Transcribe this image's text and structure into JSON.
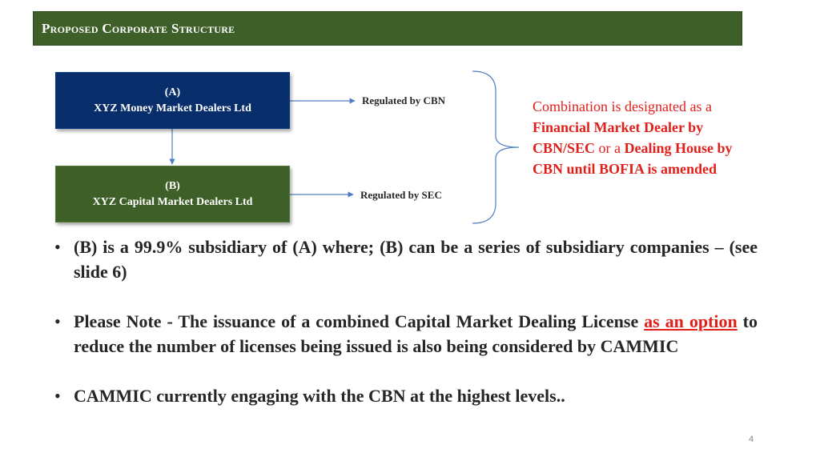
{
  "title": "Proposed Corporate Structure",
  "entities": {
    "a": {
      "tag": "(A)",
      "name": "XYZ Money Market Dealers Ltd"
    },
    "b": {
      "tag": "(B)",
      "name": "XYZ Capital Market Dealers Ltd"
    }
  },
  "regulators": {
    "cbn": "Regulated by CBN",
    "sec": "Regulated by SEC"
  },
  "combination_note": {
    "part1": "Combination is designated as a ",
    "part2": "Financial Market Dealer by CBN/SEC",
    "part3": " or a ",
    "part4": "Dealing House by CBN until BOFIA is amended"
  },
  "bullets": [
    {
      "text": "(B) is a 99.9% subsidiary of (A) where; (B) can be a series of subsidiary companies – (see slide 6)"
    },
    {
      "text_before": "Please Note - The issuance of a combined Capital Market Dealing License ",
      "link": "as an option",
      "text_after": " to reduce the number of licenses being issued is also being considered by CAMMIC"
    },
    {
      "text": "CAMMIC currently engaging with the CBN at the highest levels.."
    }
  ],
  "page_number": "4",
  "colors": {
    "title_bar": "#3f5f28",
    "box_a": "#082d6b",
    "box_b": "#3f5f28",
    "accent_red": "#e0201b",
    "connector": "#4f7fc1"
  }
}
